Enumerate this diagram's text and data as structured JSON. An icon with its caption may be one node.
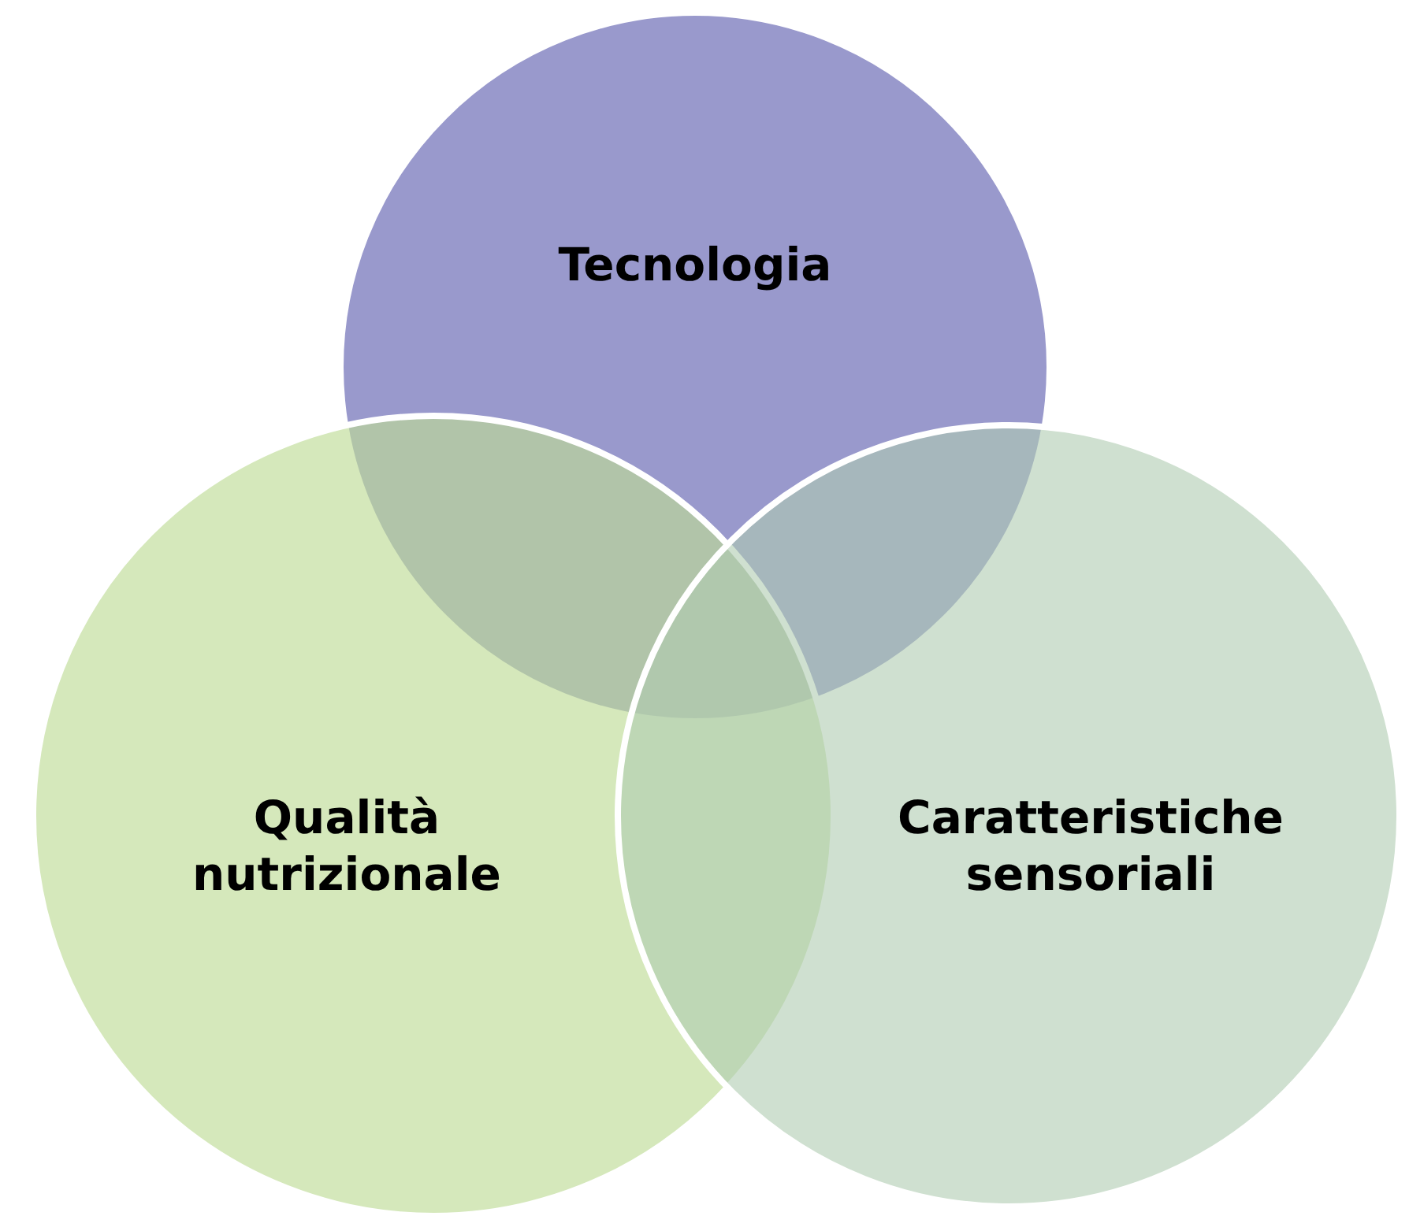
{
  "diagram": {
    "nodes": [
      {
        "text": [
          "Tecnologia"
        ]
      },
      {
        "text": [
          "Qualità nutrizionale"
        ]
      },
      {
        "text": [
          "Caratteristiche sensoriali"
        ]
      }
    ]
  }
}
